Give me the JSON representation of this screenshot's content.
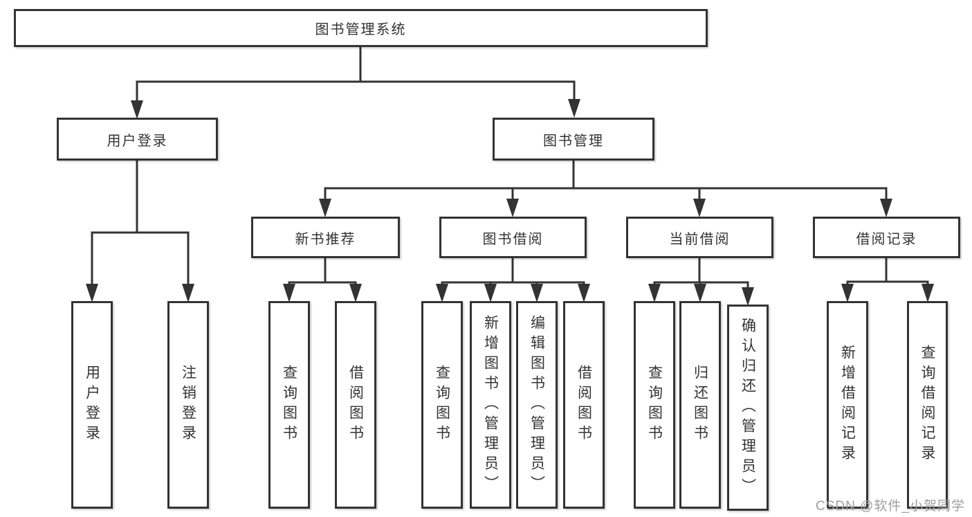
{
  "colors": {
    "line": "#333333",
    "text": "#333333",
    "box_bg": "#ffffff",
    "watermark": "#9e9e9e",
    "background": "#ffffff"
  },
  "diagram": {
    "root": "图书管理系统",
    "branches": [
      {
        "label": "用户登录",
        "children": [
          "用户登录",
          "注销登录"
        ]
      },
      {
        "label": "图书管理",
        "groups": [
          {
            "label": "新书推荐",
            "children": [
              "查询图书",
              "借阅图书"
            ]
          },
          {
            "label": "图书借阅",
            "children": [
              "查询图书",
              "新增图书（管理员）",
              "编辑图书（管理员）",
              "借阅图书"
            ]
          },
          {
            "label": "当前借阅",
            "children": [
              "查询图书",
              "归还图书",
              "确认归还（管理员）"
            ]
          },
          {
            "label": "借阅记录",
            "children": [
              "新增借阅记录",
              "查询借阅记录"
            ]
          }
        ]
      }
    ]
  },
  "watermark": {
    "text": "CSDN @软件_小贺同学"
  }
}
